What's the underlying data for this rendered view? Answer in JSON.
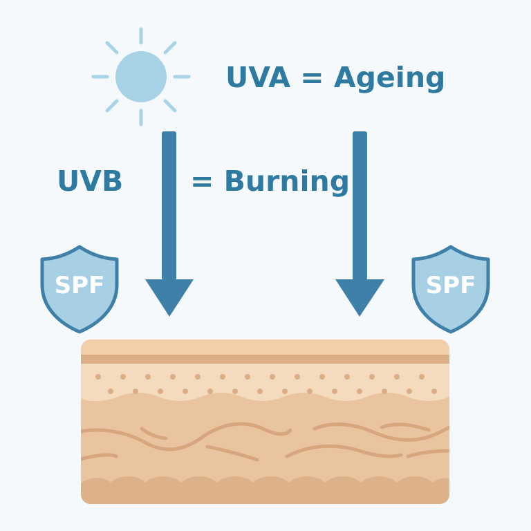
{
  "labels": {
    "uva": "UVA = Ageing",
    "uvb": "UVB",
    "uvb_effect": "= Burning"
  },
  "shields": {
    "left_text": "SPF",
    "right_text": "SPF"
  },
  "icons": {
    "sun": "sun-icon",
    "shield": "shield-icon",
    "arrow": "arrow-down-icon"
  },
  "colors": {
    "background": "#f5f9fc",
    "text_blue": "#2f7aa0",
    "arrow_blue": "#3f80a8",
    "sun_fill": "#a8d2e6",
    "sun_rays": "#a9d3e7",
    "shield_fill": "#a8d0e4",
    "shield_stroke": "#3f80a8",
    "shield_text": "#ffffff",
    "skin_top": "#f2cfa8",
    "skin_stripe": "#dcae87",
    "skin_epidermis": "#f5dbbd",
    "skin_dermis": "#eac49f",
    "skin_lines": "#d8a67e",
    "skin_bottom": "#ddb189"
  }
}
